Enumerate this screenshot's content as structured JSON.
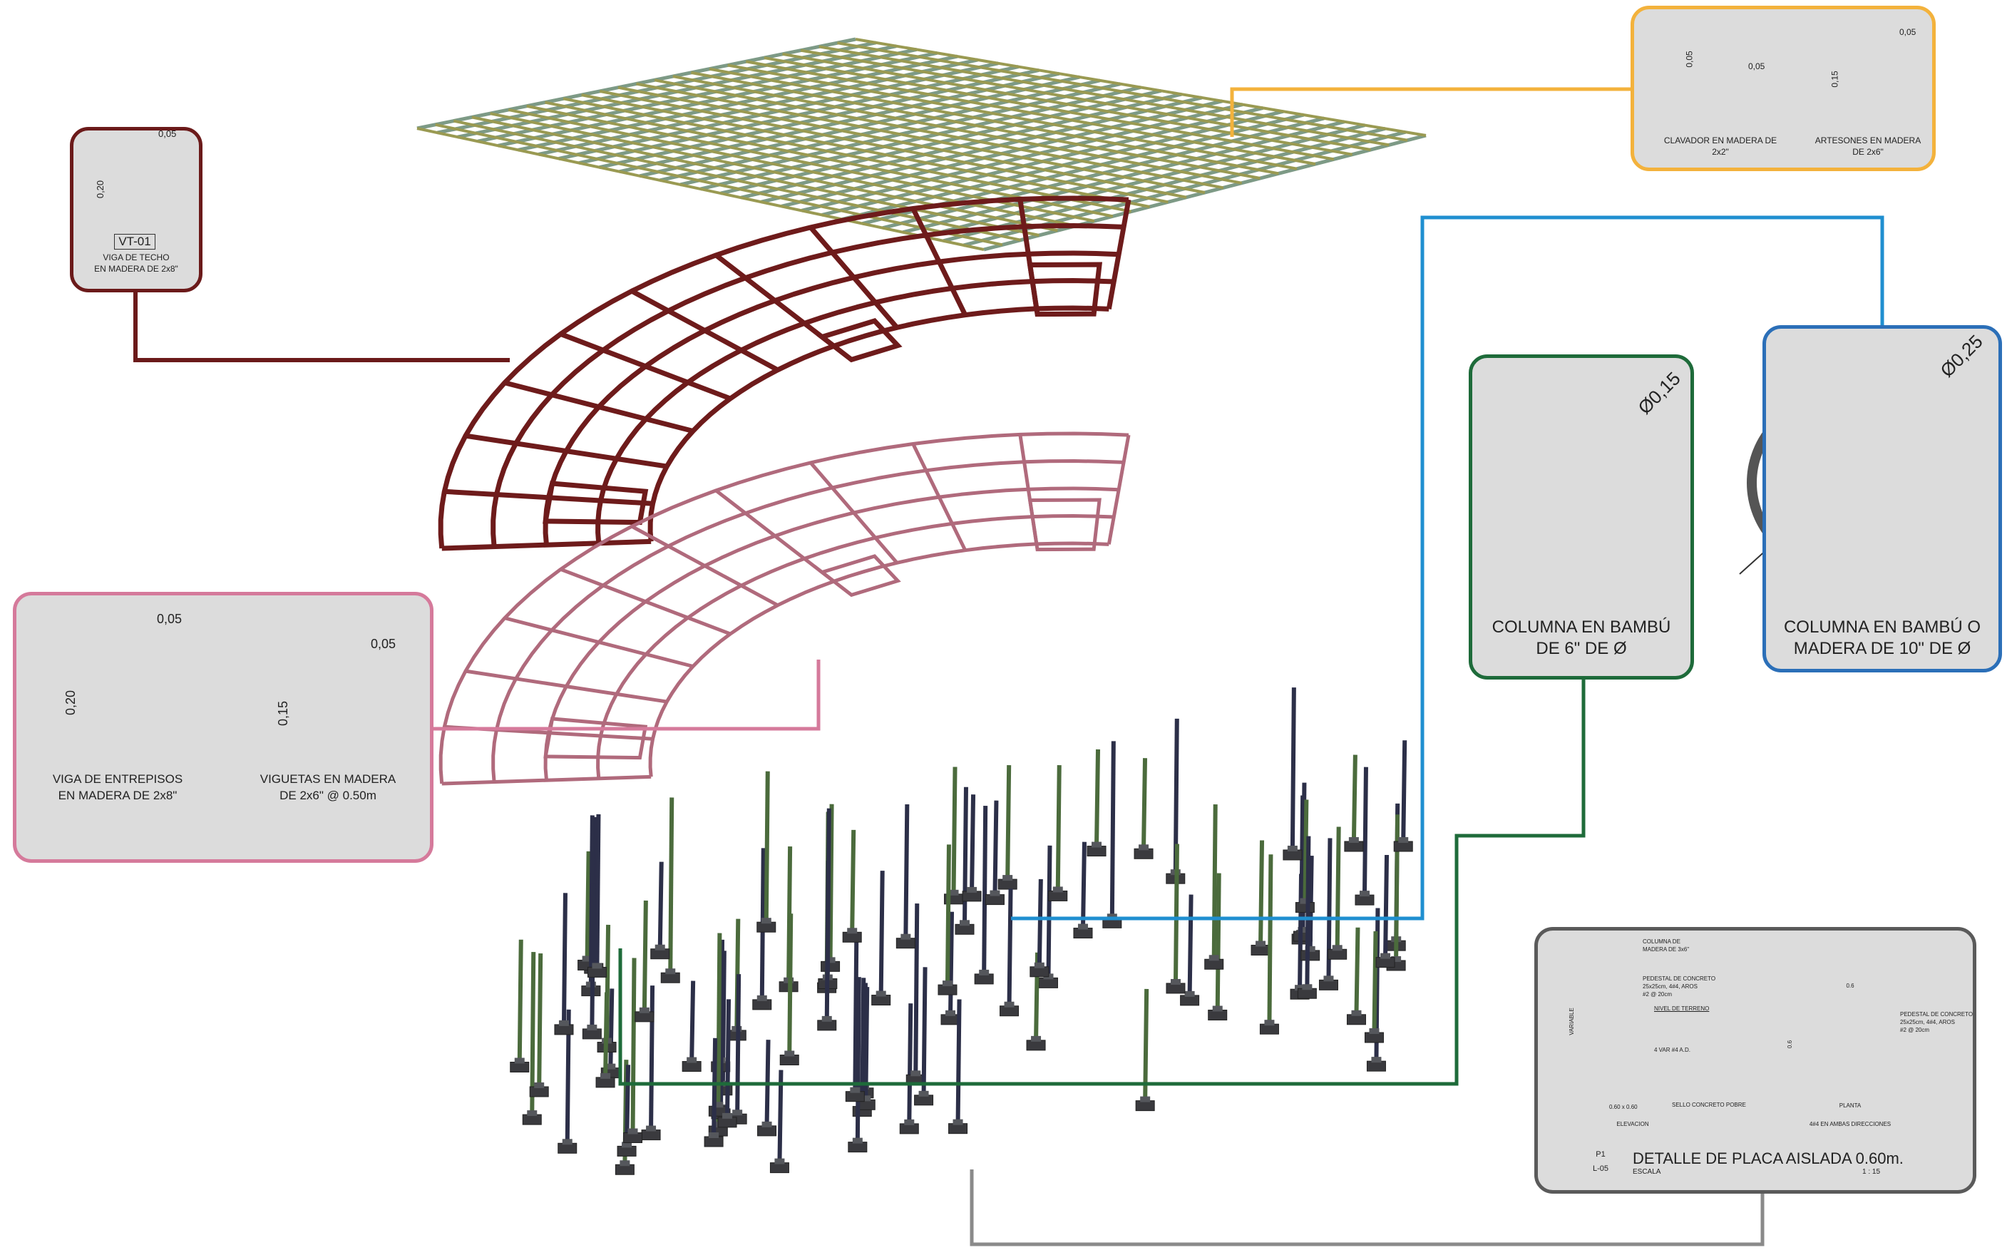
{
  "colors": {
    "orange": "#f3b23c",
    "maroon": "#6b1a1a",
    "pink": "#d57a9b",
    "green": "#1e6b3a",
    "blue": "#1f8fd0",
    "blue_dark": "#2b6fb8",
    "gray": "#8a8a8a",
    "panel": "#dcdcdc"
  },
  "roof_beam_panel": {
    "dim_width": "0,05",
    "dim_height": "0,20",
    "tag": "VT-01",
    "label_line1": "VIGA DE TECHO",
    "label_line2": "EN MADERA DE 2x8\""
  },
  "roof_purlins_panel": {
    "left": {
      "dim_height": "0,05",
      "dim_width": "0,05",
      "label_line1": "CLAVADOR EN MADERA DE",
      "label_line2": "2x2\""
    },
    "right": {
      "dim_width": "0,05",
      "dim_height": "0,15",
      "label_line1": "ARTESONES EN MADERA",
      "label_line2": "DE 2x6\""
    }
  },
  "floor_panel": {
    "left": {
      "dim_width": "0,05",
      "dim_height": "0,20",
      "label_line1": "VIGA DE ENTREPISOS",
      "label_line2": "EN MADERA DE 2x8\""
    },
    "right": {
      "dim_width": "0,05",
      "dim_height": "0,15",
      "label_line1": "VIGUETAS EN MADERA",
      "label_line2": "DE 2x6\" @ 0.50m"
    }
  },
  "column_6_panel": {
    "diameter": "Ø0,15",
    "label_line1": "COLUMNA EN BAMBÚ",
    "label_line2": "DE 6\" DE Ø"
  },
  "column_10_panel": {
    "diameter": "Ø0,25",
    "label_line1": "COLUMNA EN BAMBÚ O",
    "label_line2": "MADERA DE 10\" DE Ø"
  },
  "footing_panel": {
    "note_column_1": "COLUMNA DE",
    "note_column_2": "MADERA DE 3x6\"",
    "note_pedestal_1": "PEDESTAL DE CONCRETO",
    "note_pedestal_2": "25x25cm, 4#4, AROS",
    "note_pedestal_3": "#2 @ 20cm",
    "note_terrain": "NIVEL DE TERRENO",
    "note_bars": "4 VAR #4 A.D.",
    "note_seal": "SELLO CONCRETO POBRE",
    "dim_base": "0.60 x 0.60",
    "dim_var": "VARIABLE",
    "caption_elevation": "ELEVACION",
    "plan_dim_top": "0.6",
    "plan_dim_side": "0.6",
    "plan_note_1": "PEDESTAL DE CONCRETO",
    "plan_note_2": "25x25cm, 4#4, AROS",
    "plan_note_3": "#2 @ 20cm",
    "caption_plan": "PLANTA",
    "caption_plan_sub": "4#4 EN AMBAS DIRECCIONES",
    "sheet_top": "P1",
    "sheet_bottom": "L-05",
    "title": "DETALLE DE PLACA AISLADA 0.60m.",
    "scale_label": "ESCALA",
    "scale_value": "1 : 15"
  }
}
